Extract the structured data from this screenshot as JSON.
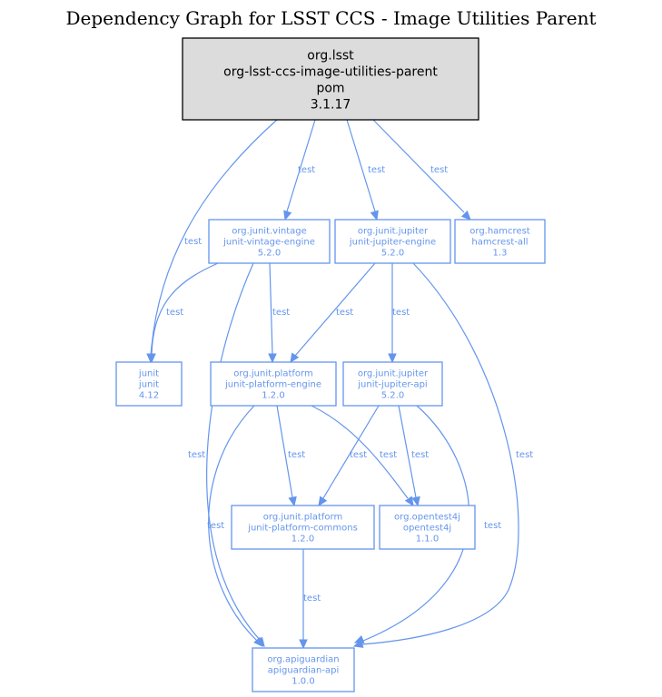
{
  "title": "Dependency Graph for LSST CCS - Image Utilities Parent",
  "colors": {
    "edge": "#6495ed",
    "node_border": "#6495ed",
    "node_text": "#6495ed",
    "root_fill": "#dcdcdc",
    "root_border": "#000000",
    "root_text": "#000000"
  },
  "nodes": {
    "root": {
      "group": "org.lsst",
      "artifact": "org-lsst-ccs-image-utilities-parent",
      "type": "pom",
      "version": "3.1.17"
    },
    "vintage": {
      "group": "org.junit.vintage",
      "artifact": "junit-vintage-engine",
      "version": "5.2.0"
    },
    "jupiter_engine": {
      "group": "org.junit.jupiter",
      "artifact": "junit-jupiter-engine",
      "version": "5.2.0"
    },
    "hamcrest": {
      "group": "org.hamcrest",
      "artifact": "hamcrest-all",
      "version": "1.3"
    },
    "junit": {
      "group": "junit",
      "artifact": "junit",
      "version": "4.12"
    },
    "platform_engine": {
      "group": "org.junit.platform",
      "artifact": "junit-platform-engine",
      "version": "1.2.0"
    },
    "jupiter_api": {
      "group": "org.junit.jupiter",
      "artifact": "junit-jupiter-api",
      "version": "5.2.0"
    },
    "platform_commons": {
      "group": "org.junit.platform",
      "artifact": "junit-platform-commons",
      "version": "1.2.0"
    },
    "opentest4j": {
      "group": "org.opentest4j",
      "artifact": "opentest4j",
      "version": "1.1.0"
    },
    "apiguardian": {
      "group": "org.apiguardian",
      "artifact": "apiguardian-api",
      "version": "1.0.0"
    }
  },
  "edges": [
    {
      "from": "root",
      "to": "junit",
      "label": "test"
    },
    {
      "from": "root",
      "to": "vintage",
      "label": "test"
    },
    {
      "from": "root",
      "to": "jupiter_engine",
      "label": "test"
    },
    {
      "from": "root",
      "to": "hamcrest",
      "label": "test"
    },
    {
      "from": "vintage",
      "to": "junit",
      "label": "test"
    },
    {
      "from": "vintage",
      "to": "platform_engine",
      "label": "test"
    },
    {
      "from": "vintage",
      "to": "apiguardian",
      "label": "test"
    },
    {
      "from": "jupiter_engine",
      "to": "platform_engine",
      "label": "test"
    },
    {
      "from": "jupiter_engine",
      "to": "jupiter_api",
      "label": "test"
    },
    {
      "from": "jupiter_engine",
      "to": "apiguardian",
      "label": "test"
    },
    {
      "from": "platform_engine",
      "to": "platform_commons",
      "label": "test"
    },
    {
      "from": "platform_engine",
      "to": "opentest4j",
      "label": "test"
    },
    {
      "from": "platform_engine",
      "to": "apiguardian",
      "label": "test"
    },
    {
      "from": "jupiter_api",
      "to": "platform_commons",
      "label": "test"
    },
    {
      "from": "jupiter_api",
      "to": "opentest4j",
      "label": "test"
    },
    {
      "from": "jupiter_api",
      "to": "apiguardian",
      "label": "test"
    },
    {
      "from": "platform_commons",
      "to": "apiguardian",
      "label": "test"
    }
  ]
}
